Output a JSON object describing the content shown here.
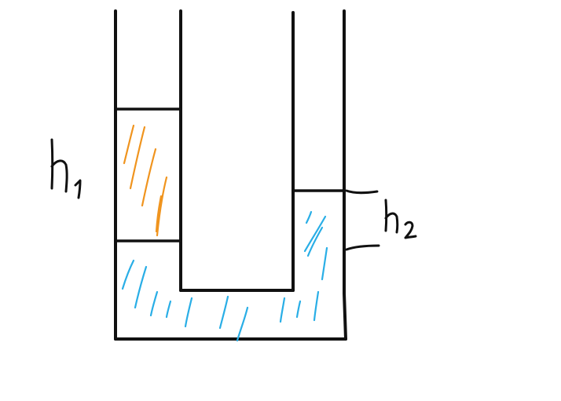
{
  "diagram": {
    "labels": {
      "h1": {
        "letter": "h",
        "index": "1"
      },
      "h2": {
        "letter": "h",
        "index": "2"
      }
    },
    "colors": {
      "ink": "#111111",
      "left_liquid": "#f0941e",
      "bottom_liquid": "#29aee6",
      "background": "#ffffff"
    }
  }
}
